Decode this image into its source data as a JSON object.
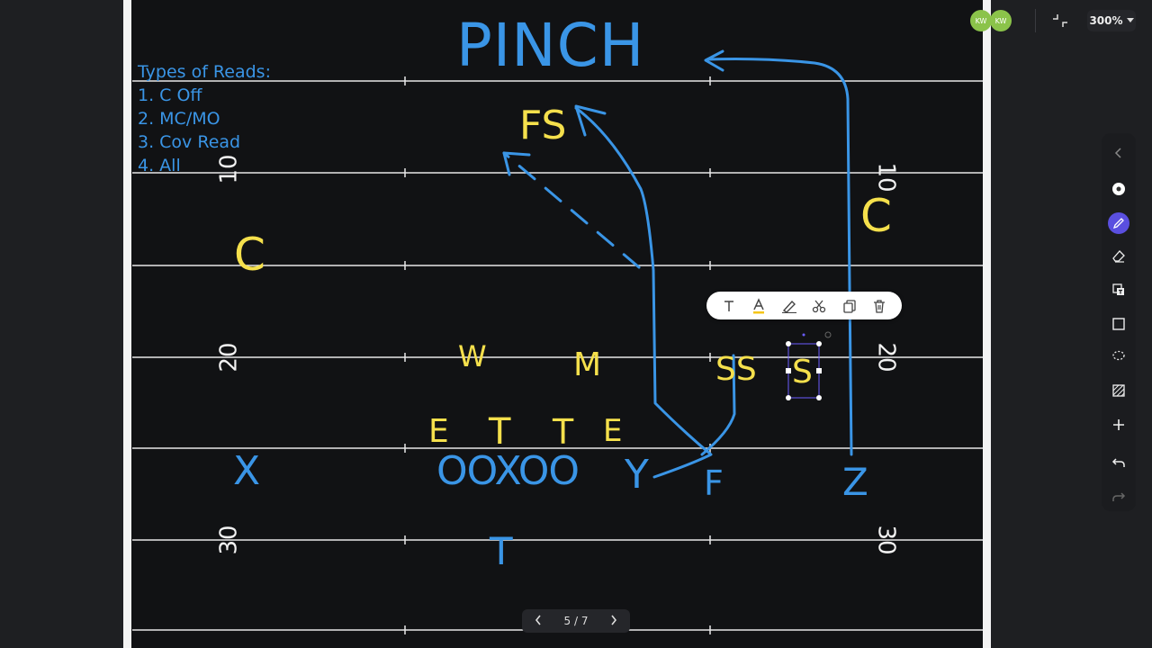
{
  "title": "PINCH",
  "reads": {
    "heading": "Types of Reads:",
    "items": [
      "1. C Off",
      "2. MC/MO",
      "3. Cov Read",
      "4. All"
    ]
  },
  "yard_numbers": {
    "ten": "10",
    "twenty": "20",
    "thirty": "30"
  },
  "defense": {
    "fs": "FS",
    "c_left": "C",
    "c_right": "C",
    "w": "W",
    "m": "M",
    "ss": "SS",
    "s": "S",
    "e_left": "E",
    "t_left": "T",
    "t_right": "T",
    "e_right": "E"
  },
  "offense": {
    "x": "X",
    "line": "OOXOO",
    "y": "Y",
    "f": "F",
    "z": "Z",
    "t": "T"
  },
  "toolbar": {
    "zoom": "300%"
  },
  "avatars": [
    "KW",
    "KW"
  ],
  "pager": {
    "label": "5 / 7"
  },
  "colors": {
    "offense": "#3a95e6",
    "defense": "#f5e04c",
    "board": "#111214"
  }
}
